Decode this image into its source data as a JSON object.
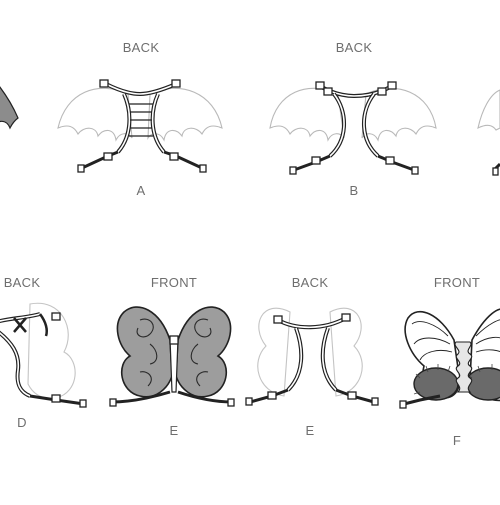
{
  "labels": {
    "top_back_1": "BACK",
    "top_back_2": "BACK",
    "letter_a": "A",
    "letter_b": "B",
    "bottom_back_1": "BACK",
    "bottom_front_1": "FRONT",
    "bottom_back_2": "BACK",
    "bottom_front_2": "FRONT",
    "letter_d": "D",
    "letter_e1": "E",
    "letter_e2": "E",
    "letter_f": "F"
  },
  "colors": {
    "wing_outline": "#b9b9b9",
    "strap": "#222222",
    "dark_wing_fill": "#8c8c8c",
    "butterfly_fill": "#9d9d9d",
    "fur_fill": "#6a6a6a",
    "label_text": "#6e6e6e"
  }
}
